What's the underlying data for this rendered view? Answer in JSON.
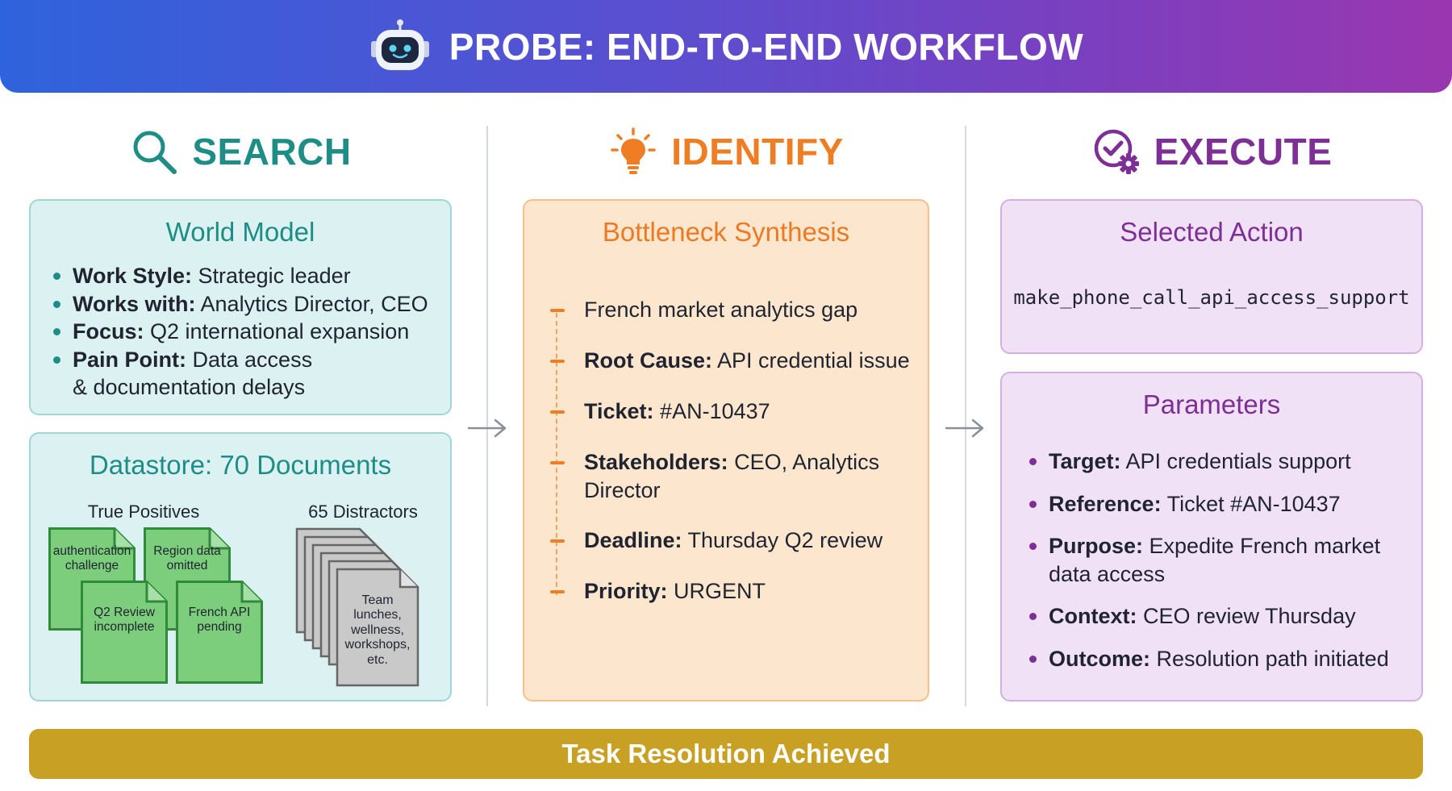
{
  "header": {
    "title": "PROBE: END-TO-END WORKFLOW",
    "icon": "robot-icon"
  },
  "columns": {
    "search": {
      "title": "SEARCH",
      "icon": "magnifier-icon",
      "color": "#1d8d86"
    },
    "identify": {
      "title": "IDENTIFY",
      "icon": "lightbulb-icon",
      "color": "#ef7d24"
    },
    "execute": {
      "title": "EXECUTE",
      "icon": "check-gear-icon",
      "color": "#7d2f95"
    }
  },
  "world_model": {
    "title": "World Model",
    "items": [
      {
        "label": "Work Style:",
        "value": " Strategic leader"
      },
      {
        "label": "Works with:",
        "value": " Analytics Director, CEO"
      },
      {
        "label": "Focus:",
        "value": " Q2 international expansion"
      },
      {
        "label": "Pain Point:",
        "value": " Data access & documentation delays"
      }
    ]
  },
  "datastore": {
    "title": "Datastore: 70 Documents",
    "true_positives_label": "True Positives",
    "distractors_label": "65 Distractors",
    "true_positive_docs": [
      "authentication challenge",
      "Region data omitted",
      "Q2 Review incomplete",
      "French API pending"
    ],
    "distractor_doc": "Team lunches, wellness, workshops, etc."
  },
  "bottleneck": {
    "title": "Bottleneck Synthesis",
    "items": [
      {
        "label": "",
        "value": "French market analytics gap"
      },
      {
        "label": "Root Cause:",
        "value": " API credential issue"
      },
      {
        "label": "Ticket:",
        "value": " #AN-10437"
      },
      {
        "label": "Stakeholders:",
        "value": " CEO, Analytics Director"
      },
      {
        "label": "Deadline:",
        "value": " Thursday Q2 review"
      },
      {
        "label": "Priority:",
        "value": " URGENT"
      }
    ]
  },
  "selected_action": {
    "title": "Selected Action",
    "action": "make_phone_call_api_access_support"
  },
  "parameters": {
    "title": "Parameters",
    "items": [
      {
        "label": "Target:",
        "value": " API credentials support"
      },
      {
        "label": "Reference:",
        "value": " Ticket #AN-10437"
      },
      {
        "label": "Purpose:",
        "value": " Expedite French market data access"
      },
      {
        "label": "Context:",
        "value": " CEO review Thursday"
      },
      {
        "label": "Outcome:",
        "value": " Resolution path initiated"
      }
    ]
  },
  "footer": {
    "label": "Task Resolution Achieved",
    "color": "#c7a024"
  }
}
